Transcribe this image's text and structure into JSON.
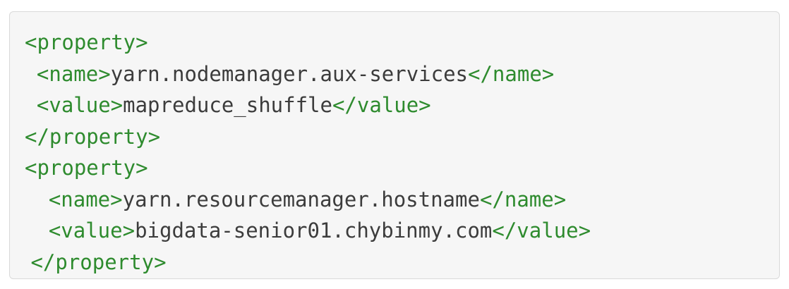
{
  "page": {
    "background": "#ffffff"
  },
  "code_block": {
    "background": "#f6f6f6",
    "border_color": "#d9d9d9",
    "tag_color": "#2e8b2e",
    "text_color": "#3c3c3c",
    "full_text": "<property>\n  <name>yarn.nodemanager.aux-services</name>\n  <value>mapreduce_shuffle</value>\n</property>\n<property>\n    <name>yarn.resourcemanager.hostname</name>\n    <value>bigdata-senior01.chybinmy.com</value>\n </property>",
    "lines": [
      [
        {
          "type": "tag",
          "text": "<property>"
        }
      ],
      [
        {
          "type": "plain",
          "text": "  "
        },
        {
          "type": "tag",
          "text": "<name>"
        },
        {
          "type": "plain",
          "text": "yarn.nodemanager.aux-services"
        },
        {
          "type": "tag",
          "text": "</name>"
        }
      ],
      [
        {
          "type": "plain",
          "text": "  "
        },
        {
          "type": "tag",
          "text": "<value>"
        },
        {
          "type": "plain",
          "text": "mapreduce_shuffle"
        },
        {
          "type": "tag",
          "text": "</value>"
        }
      ],
      [
        {
          "type": "tag",
          "text": "</property>"
        }
      ],
      [
        {
          "type": "tag",
          "text": "<property>"
        }
      ],
      [
        {
          "type": "plain",
          "text": "    "
        },
        {
          "type": "tag",
          "text": "<name>"
        },
        {
          "type": "plain",
          "text": "yarn.resourcemanager.hostname"
        },
        {
          "type": "tag",
          "text": "</name>"
        }
      ],
      [
        {
          "type": "plain",
          "text": "    "
        },
        {
          "type": "tag",
          "text": "<value>"
        },
        {
          "type": "plain",
          "text": "bigdata-senior01.chybinmy.com"
        },
        {
          "type": "tag",
          "text": "</value>"
        }
      ],
      [
        {
          "type": "plain",
          "text": " "
        },
        {
          "type": "tag",
          "text": "</property>"
        }
      ]
    ]
  }
}
